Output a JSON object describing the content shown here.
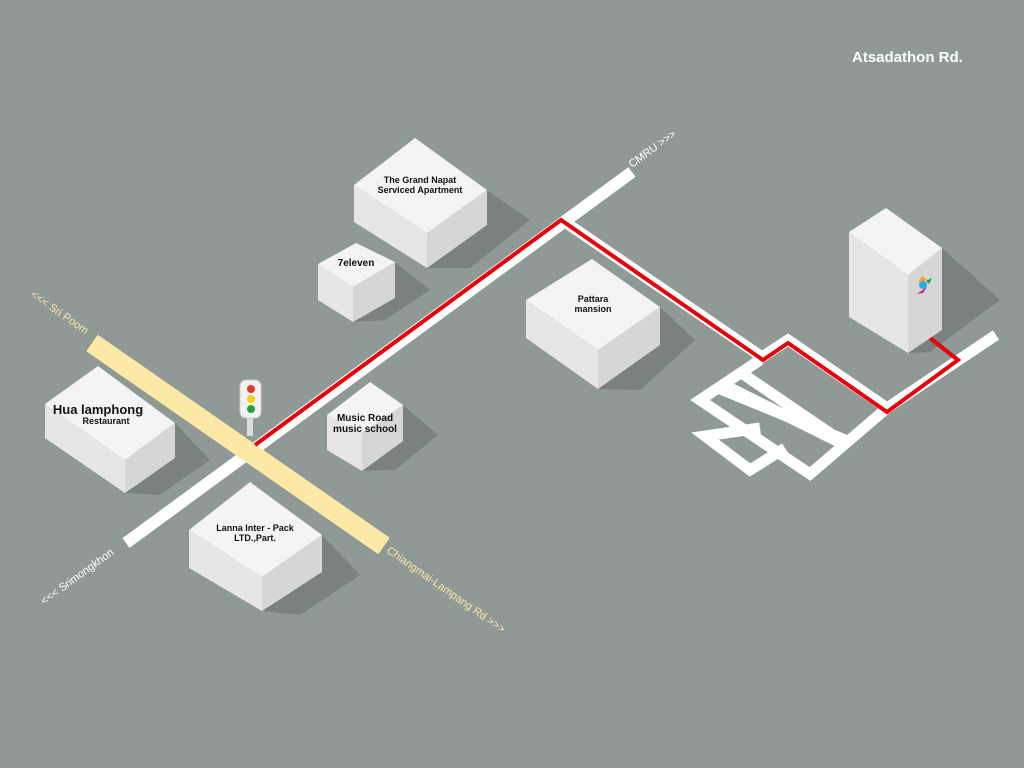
{
  "map": {
    "title": "Atsadathon Rd.",
    "roads": {
      "cmru": "CMRU >>>",
      "sri_poom": "<<< Sri Poom",
      "srimongkhon": "<<< Srimongkhon",
      "chiangmai_lampang": "Chiangmai-Lampang Rd >>>"
    },
    "buildings": {
      "grand_napat": [
        "The Grand Napat",
        "Serviced Apartment"
      ],
      "seven_eleven": "7eleven",
      "pattara": [
        "Pattara",
        "mansion"
      ],
      "hua_lamphong": [
        "Hua lamphong",
        "Restaurant"
      ],
      "music_road": [
        "Music Road",
        "music school"
      ],
      "lanna": [
        "Lanna Inter - Pack",
        "LTD.,Part."
      ]
    },
    "colors": {
      "background": "#8f9996",
      "route": "#e8000b",
      "main_road": "#fde9a6"
    }
  }
}
